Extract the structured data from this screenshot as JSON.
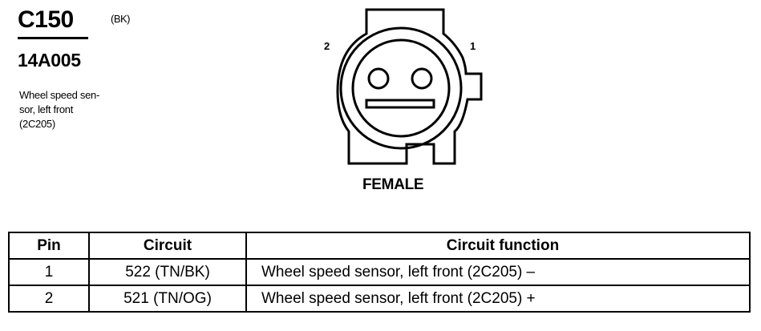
{
  "connector": {
    "id": "C150",
    "color_code": "(BK)",
    "part_number": "14A005",
    "description_lines": [
      "Wheel speed sen-",
      "sor, left front",
      "(2C205)"
    ],
    "gender": "FEMALE",
    "pin_labels": {
      "left": "2",
      "right": "1"
    }
  },
  "table": {
    "headers": {
      "pin": "Pin",
      "circuit": "Circuit",
      "function": "Circuit function"
    },
    "rows": [
      {
        "pin": "1",
        "circuit": "522 (TN/BK)",
        "function": "Wheel speed sensor, left front (2C205) –"
      },
      {
        "pin": "2",
        "circuit": "521 (TN/OG)",
        "function": "Wheel speed sensor, left front (2C205) +"
      }
    ]
  }
}
